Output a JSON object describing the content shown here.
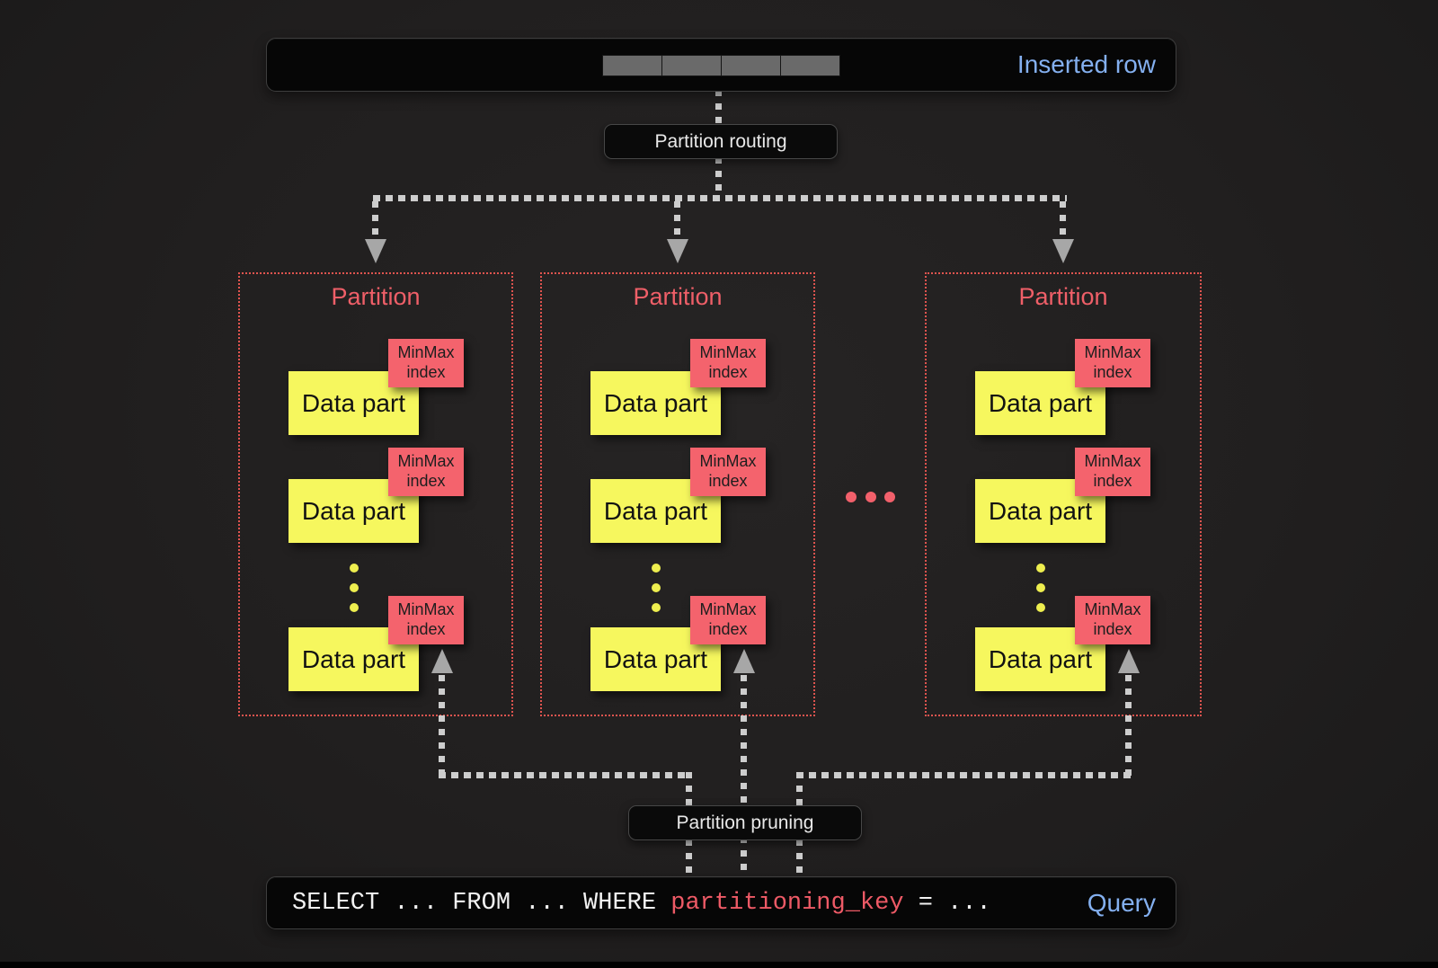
{
  "inserted_row": {
    "label": "Inserted row",
    "segments": 4
  },
  "routing": {
    "label": "Partition routing"
  },
  "pruning": {
    "label": "Partition pruning"
  },
  "partitions": [
    {
      "title": "Partition",
      "parts": [
        {
          "label": "Data part",
          "minmax": [
            "MinMax",
            "index"
          ]
        },
        {
          "label": "Data part",
          "minmax": [
            "MinMax",
            "index"
          ]
        },
        {
          "label": "Data part",
          "minmax": [
            "MinMax",
            "index"
          ]
        }
      ]
    },
    {
      "title": "Partition",
      "parts": [
        {
          "label": "Data part",
          "minmax": [
            "MinMax",
            "index"
          ]
        },
        {
          "label": "Data part",
          "minmax": [
            "MinMax",
            "index"
          ]
        },
        {
          "label": "Data part",
          "minmax": [
            "MinMax",
            "index"
          ]
        }
      ]
    },
    {
      "title": "Partition",
      "parts": [
        {
          "label": "Data part",
          "minmax": [
            "MinMax",
            "index"
          ]
        },
        {
          "label": "Data part",
          "minmax": [
            "MinMax",
            "index"
          ]
        },
        {
          "label": "Data part",
          "minmax": [
            "MinMax",
            "index"
          ]
        }
      ]
    }
  ],
  "partitions_ellipsis": "...",
  "query": {
    "sql_prefix": "SELECT ... FROM ... WHERE ",
    "sql_key": "partitioning_key",
    "sql_suffix": " = ...",
    "label": "Query"
  },
  "colors": {
    "accent_blue": "#84b0f0",
    "partition_red": "#ef5f68",
    "minmax_red": "#f4636d",
    "datapart_yellow": "#f6f75e",
    "sql_key_red": "#ee5a66",
    "connector_gray": "#cdcdcd"
  }
}
